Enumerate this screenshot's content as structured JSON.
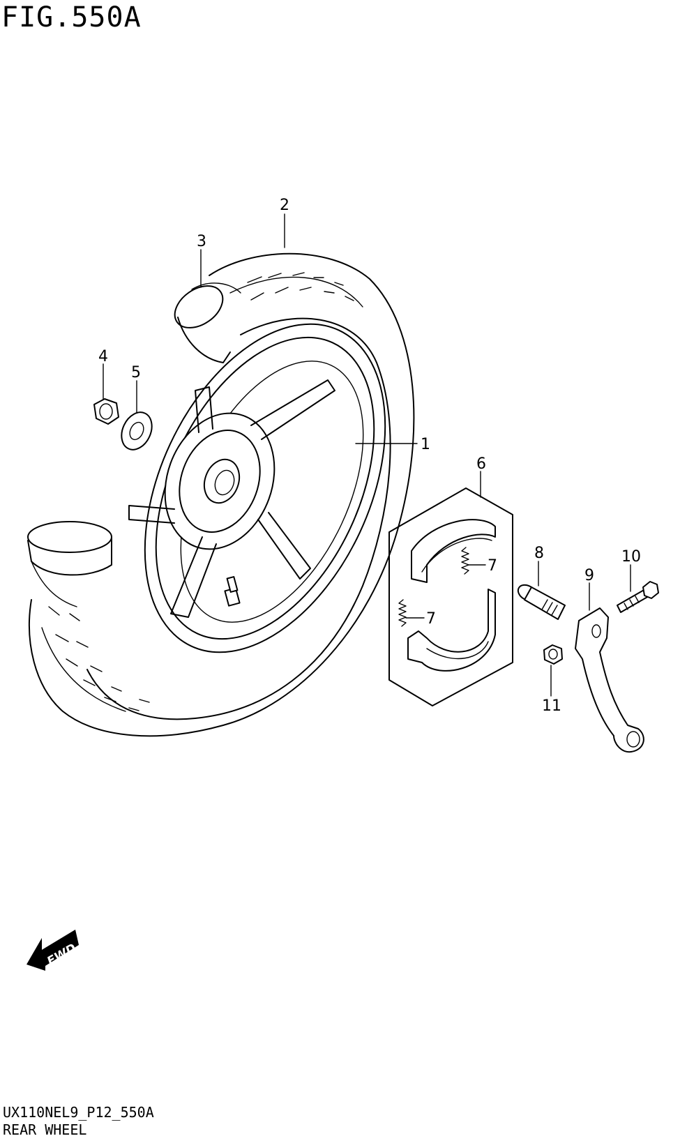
{
  "header": {
    "figure_title": "FIG.550A"
  },
  "footer": {
    "drawing_code": "UX110NEL9_P12_550A",
    "section_name": "REAR WHEEL"
  },
  "fwd_badge": {
    "label": "FWD"
  },
  "callouts": [
    {
      "id": "1",
      "label": "1"
    },
    {
      "id": "2",
      "label": "2"
    },
    {
      "id": "3",
      "label": "3"
    },
    {
      "id": "4",
      "label": "4"
    },
    {
      "id": "5",
      "label": "5"
    },
    {
      "id": "6",
      "label": "6"
    },
    {
      "id": "7a",
      "label": "7"
    },
    {
      "id": "7b",
      "label": "7"
    },
    {
      "id": "8",
      "label": "8"
    },
    {
      "id": "9",
      "label": "9"
    },
    {
      "id": "10",
      "label": "10"
    },
    {
      "id": "11",
      "label": "11"
    }
  ]
}
